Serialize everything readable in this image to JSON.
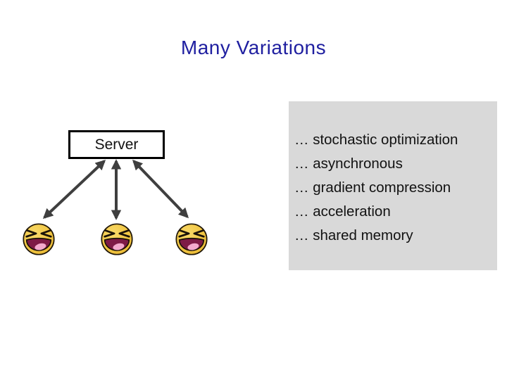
{
  "slide": {
    "title": "Many Variations"
  },
  "diagram": {
    "server_label": "Server",
    "worker_icon": "laughing-smiley-icon",
    "worker_count": 3,
    "connection_style": "double-headed-arrows"
  },
  "panel": {
    "items": [
      "… stochastic optimization",
      "… asynchronous",
      "… gradient compression",
      "… acceleration",
      "… shared memory"
    ]
  },
  "colors": {
    "title_text": "#1f1fa0",
    "panel_background": "#d9d9d9",
    "arrow": "#3f3f3f",
    "server_border": "#000000",
    "smiley_face": "#f2c847",
    "smiley_mouth": "#7e1a46",
    "smiley_tongue": "#f3a9cd"
  }
}
